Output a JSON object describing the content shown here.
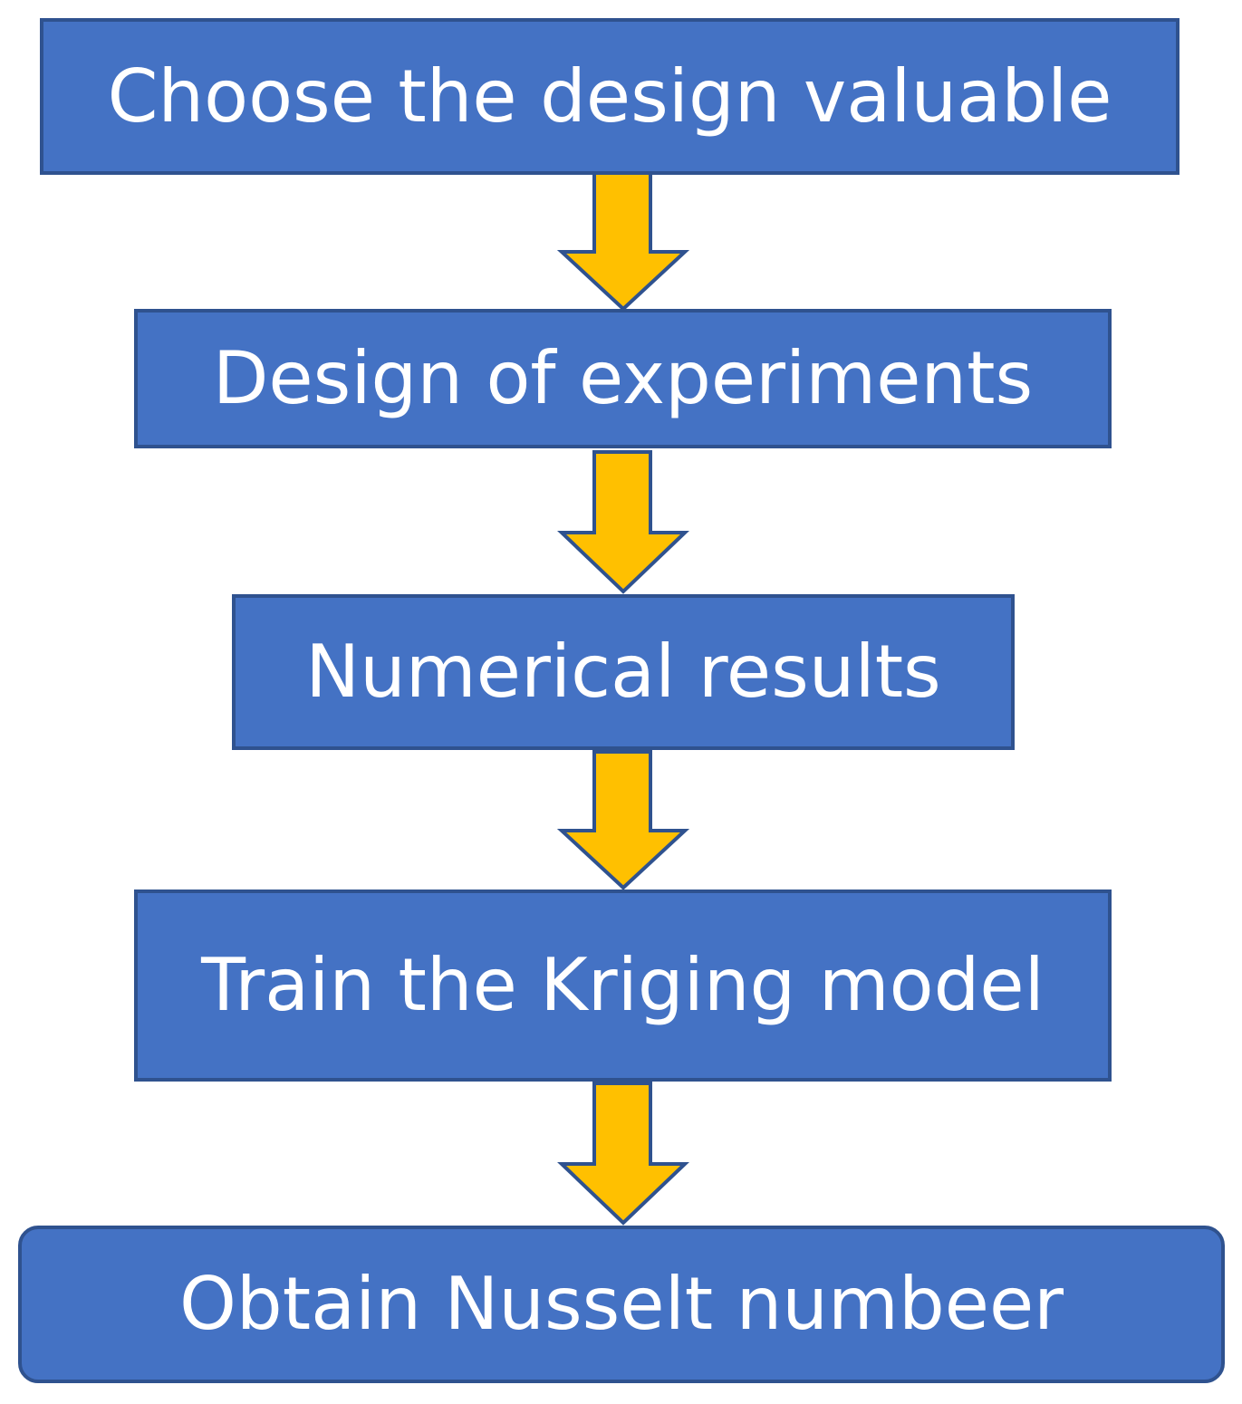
{
  "flowchart": {
    "steps": [
      {
        "label": "Choose the design valuable"
      },
      {
        "label": "Design of experiments"
      },
      {
        "label": "Numerical results"
      },
      {
        "label": "Train the Kriging model"
      },
      {
        "label": "Obtain Nusselt numbeer"
      }
    ],
    "colors": {
      "box_fill": "#4472C4",
      "box_border": "#2F528F",
      "box_text": "#FFFFFF",
      "arrow_fill": "#FFC000",
      "arrow_border": "#2F528F"
    },
    "connector_icon": "down-arrow-icon"
  }
}
